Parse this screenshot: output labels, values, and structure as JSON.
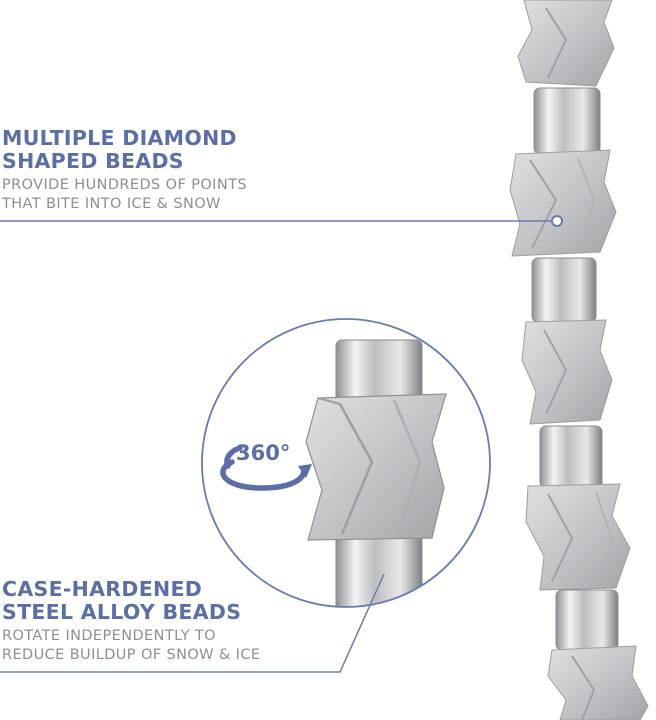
{
  "callouts": [
    {
      "headline_line1": "MULTIPLE DIAMOND",
      "headline_line2": "SHAPED BEADS",
      "sub_line1": "PROVIDE HUNDREDS OF POINTS",
      "sub_line2": "THAT BITE INTO ICE & SNOW"
    },
    {
      "headline_line1": "CASE-HARDENED",
      "headline_line2": "STEEL ALLOY BEADS",
      "sub_line1": "ROTATE INDEPENDENTLY TO",
      "sub_line2": "REDUCE BUILDUP OF SNOW & ICE"
    }
  ],
  "rotation_badge": "360°",
  "colors": {
    "headline": "#5b6fa6",
    "subtext": "#8d8f92",
    "callout_line": "#6a7bb0",
    "metal_light": "#d6d6d8",
    "metal_dark": "#9a9b9e"
  },
  "icons": {
    "rotation": "rotate-360-icon",
    "marker": "callout-dot-icon"
  }
}
